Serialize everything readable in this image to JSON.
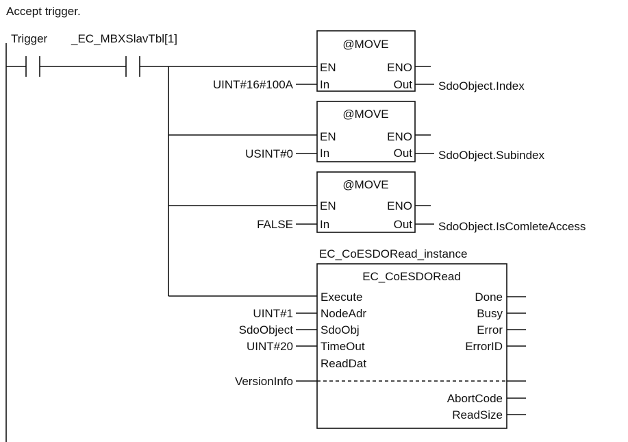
{
  "header": {
    "title": "Accept trigger."
  },
  "contacts": [
    {
      "label": "Trigger"
    },
    {
      "label": "_EC_MBXSlavTbl[1]"
    }
  ],
  "move_blocks": [
    {
      "name": "@MOVE",
      "pin_en": "EN",
      "pin_eno": "ENO",
      "pin_in": "In",
      "pin_out": "Out",
      "input": "UINT#16#100A",
      "output": "SdoObject.Index"
    },
    {
      "name": "@MOVE",
      "pin_en": "EN",
      "pin_eno": "ENO",
      "pin_in": "In",
      "pin_out": "Out",
      "input": "USINT#0",
      "output": "SdoObject.Subindex"
    },
    {
      "name": "@MOVE",
      "pin_en": "EN",
      "pin_eno": "ENO",
      "pin_in": "In",
      "pin_out": "Out",
      "input": "FALSE",
      "output": "SdoObject.IsComleteAccess"
    }
  ],
  "read_block": {
    "instance": "EC_CoESDORead_instance",
    "name": "EC_CoESDORead",
    "inputs": [
      {
        "pin": "Execute",
        "value": ""
      },
      {
        "pin": "NodeAdr",
        "value": "UINT#1"
      },
      {
        "pin": "SdoObj",
        "value": "SdoObject"
      },
      {
        "pin": "TimeOut",
        "value": "UINT#20"
      },
      {
        "pin": "ReadDat",
        "value": "VersionInfo"
      }
    ],
    "outputs": [
      {
        "pin": "Done"
      },
      {
        "pin": "Busy"
      },
      {
        "pin": "Error"
      },
      {
        "pin": "ErrorID"
      },
      {
        "pin": "AbortCode"
      },
      {
        "pin": "ReadSize"
      }
    ]
  }
}
